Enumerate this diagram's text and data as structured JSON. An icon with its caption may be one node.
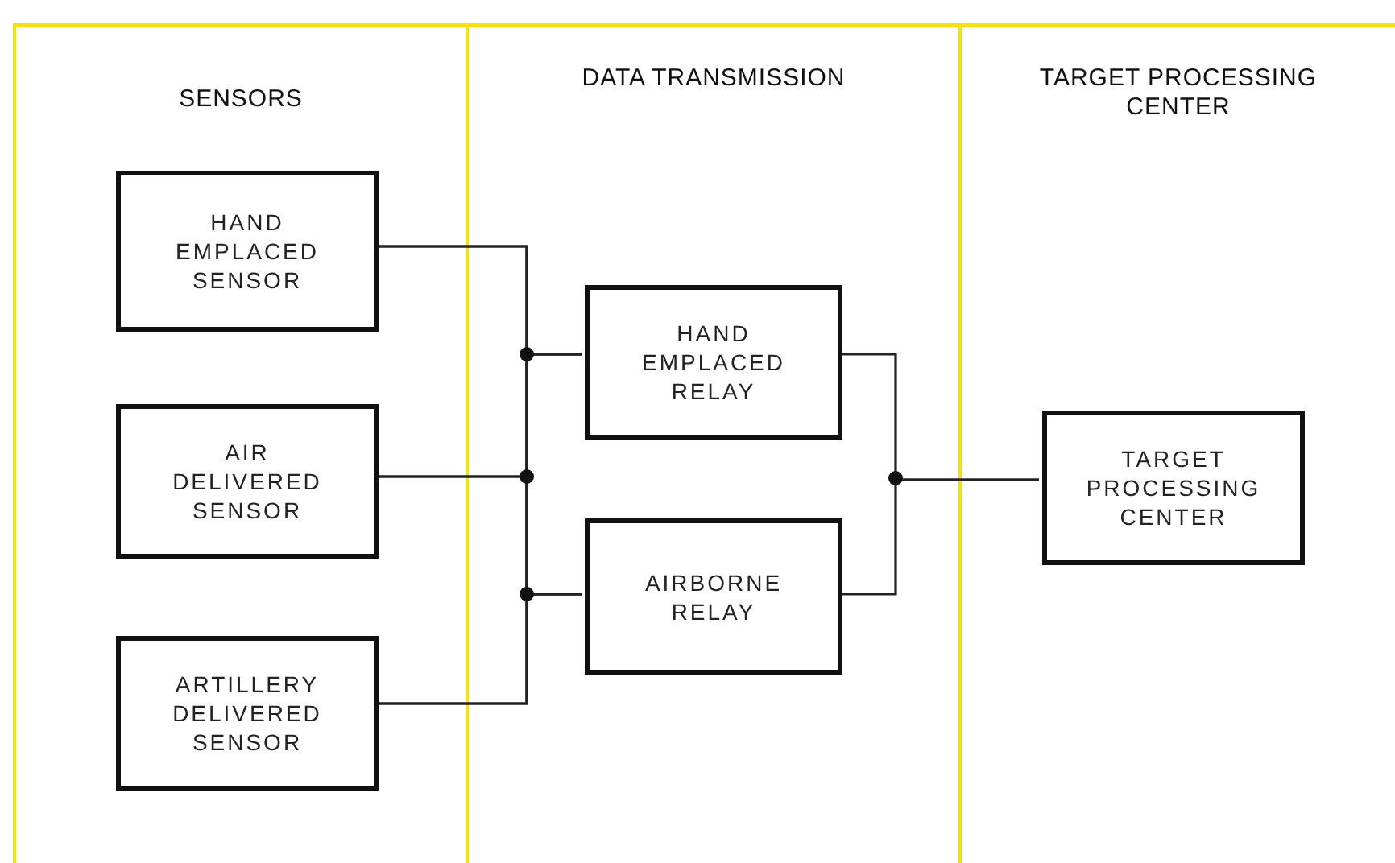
{
  "diagram": {
    "nodes": [
      {
        "text": [
          "SENSORS"
        ]
      },
      {
        "text": [
          "DATA TRANSMISSION"
        ]
      },
      {
        "text": [
          "TARGET PROCESSING CENTER"
        ]
      },
      {
        "text": [
          "HAND EMPLACED SENSOR"
        ],
        "in": 0
      },
      {
        "text": [
          "AIR DELIVERED SENSOR"
        ],
        "in": 0
      },
      {
        "text": [
          "ARTILLERY DELIVERED SENSOR"
        ],
        "in": 0
      },
      {
        "text": [
          "HAND EMPLACED RELAY"
        ],
        "in": 1
      },
      {
        "text": [
          "AIRBORNE RELAY"
        ],
        "in": 1
      },
      {
        "text": [
          "TARGET PROCESSING CENTER"
        ],
        "in": 2
      }
    ],
    "edges": [
      {
        "from": 3,
        "to": 6,
        "arrow": "none"
      },
      {
        "from": 3,
        "to": 7,
        "arrow": "none"
      },
      {
        "from": 4,
        "to": 6,
        "arrow": "none"
      },
      {
        "from": 4,
        "to": 7,
        "arrow": "none"
      },
      {
        "from": 5,
        "to": 6,
        "arrow": "none"
      },
      {
        "from": 5,
        "to": 7,
        "arrow": "none"
      },
      {
        "from": 6,
        "to": 8,
        "arrow": "none"
      },
      {
        "from": 7,
        "to": 8,
        "arrow": "none"
      }
    ]
  }
}
